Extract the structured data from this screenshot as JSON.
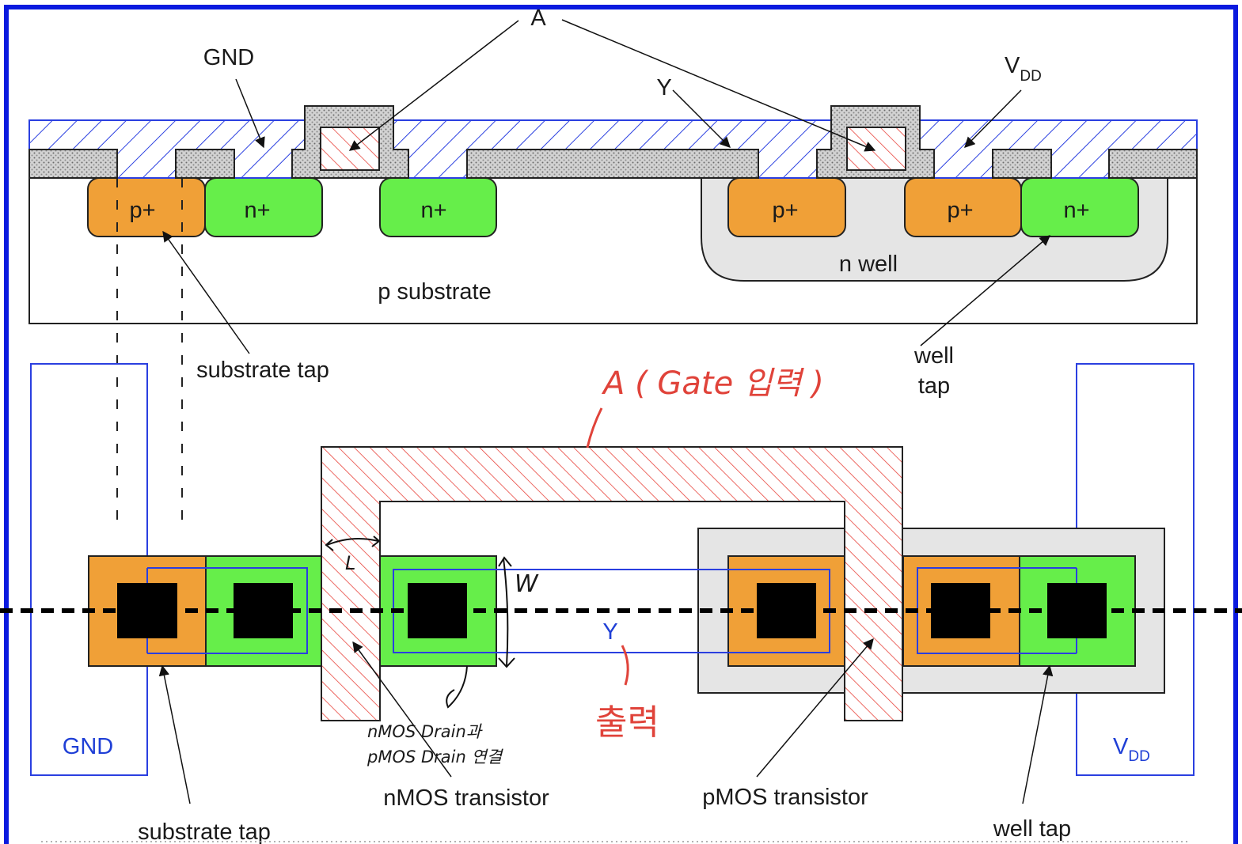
{
  "colors": {
    "p_plus": "#f0a037",
    "n_plus": "#66ee4a",
    "poly": "#e8443c",
    "metal": "#2a3fe0",
    "oxide": "#cfcfcf",
    "n_well": "#e5e5e5",
    "contact": "#000000",
    "annotation": "#e0433a",
    "frame": "#0a1adf"
  },
  "cross_section": {
    "label_gnd": "GND",
    "label_a": "A",
    "label_y": "Y",
    "label_vdd": "V",
    "label_vdd_sub": "DD",
    "diff_labels": [
      "p+",
      "n+",
      "n+",
      "p+",
      "p+",
      "n+"
    ],
    "label_n_well": "n well",
    "label_p_substrate": "p substrate",
    "label_substrate_tap": "substrate tap",
    "label_well_tap_line1": "well",
    "label_well_tap_line2": "tap"
  },
  "layout_view": {
    "label_gnd": "GND",
    "label_vdd": "V",
    "label_vdd_sub": "DD",
    "label_y": "Y",
    "label_w": "W",
    "label_l": "L",
    "label_nmos": "nMOS transistor",
    "label_pmos": "pMOS transistor",
    "label_substrate_tap": "substrate tap",
    "label_well_tap": "well tap"
  },
  "annotations": {
    "gate_input": "A ( Gate 입력 )",
    "output": "출력",
    "drain_note_line1": "nMOS  Drain과",
    "drain_note_line2": "pMOS  Drain 연결"
  }
}
